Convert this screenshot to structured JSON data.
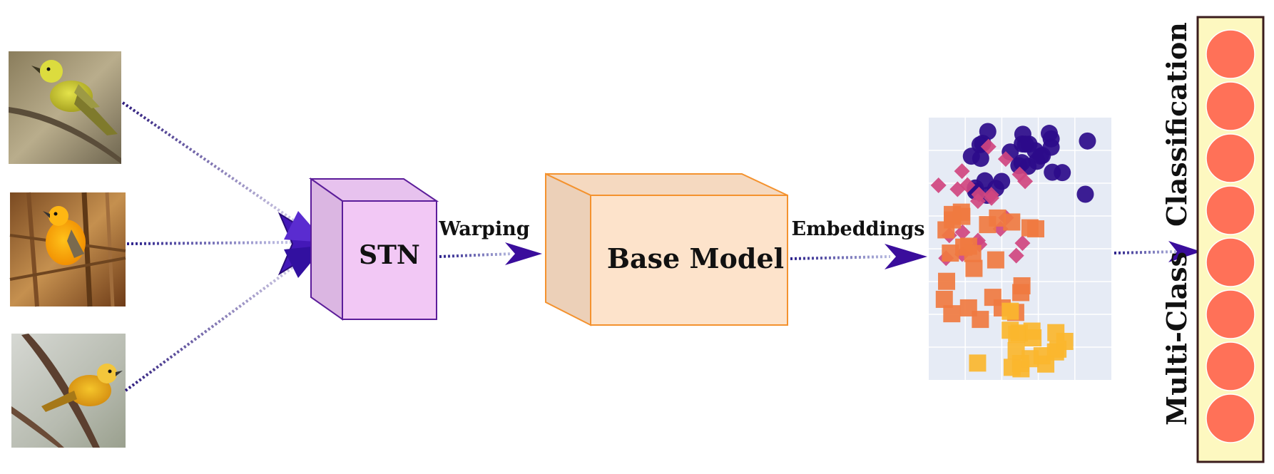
{
  "labels": {
    "stn": "STN",
    "warping": "Warping",
    "base_model": "Base Model",
    "embeddings": "Embeddings",
    "output_title_1": "Multi-Class",
    "output_title_2": "Classification"
  },
  "images": [
    {
      "icon": "bird-photo-icon",
      "subject": "yellow warbler on branch"
    },
    {
      "icon": "bird-photo-icon",
      "subject": "orange bird among reeds"
    },
    {
      "icon": "bird-photo-icon",
      "subject": "yellow warbler on twig"
    }
  ],
  "output_nodes": {
    "count": 8,
    "color": "#ff7158",
    "panel_color": "#fdf8c0"
  },
  "colors": {
    "arrow": "#3a0d9c",
    "stn_front": "#f2c8f5",
    "stn_side": "#dbb6e2",
    "stn_stroke": "#5c1d9a",
    "base_front": "#fde3cb",
    "base_side": "#ecd0b8",
    "base_stroke": "#f4922e",
    "plot_bg": "#e6ebf5"
  },
  "embedding_plot": {
    "series": [
      {
        "shape": "circle",
        "color": "#2d0b8a",
        "count": 30
      },
      {
        "shape": "diamond",
        "color": "#d0457f",
        "count": 22
      },
      {
        "shape": "square",
        "color": "#f07a40",
        "count": 26
      },
      {
        "shape": "square",
        "color": "#fbb62e",
        "count": 18
      }
    ]
  }
}
